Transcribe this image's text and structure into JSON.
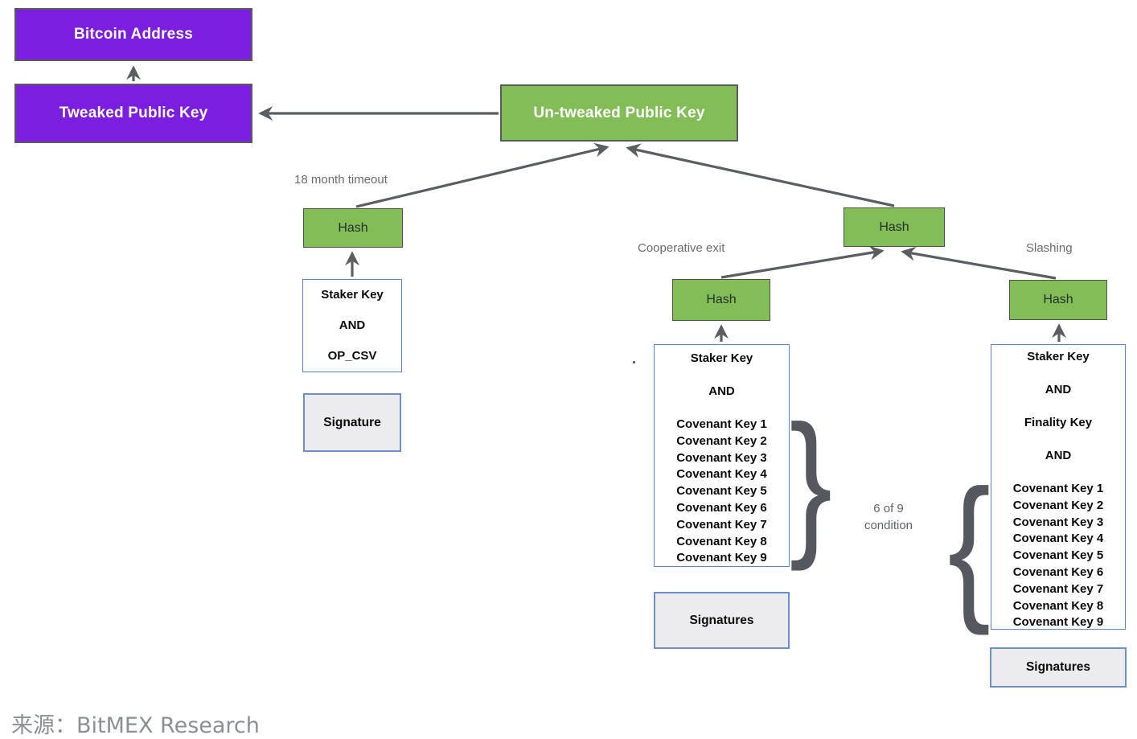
{
  "page": {
    "caption": "来源：BitMEX Research"
  },
  "diagram": {
    "colors": {
      "purple": "#7b1ee0",
      "green": "#82bd57",
      "arrow": "#5a5d61",
      "script_border": "#5b84c4",
      "witness_fill": "#ececee",
      "witness_border": "#6d8fc9"
    },
    "address": {
      "label": "Bitcoin Address"
    },
    "tweaked": {
      "label": "Tweaked Public Key"
    },
    "untweaked": {
      "label": "Un-tweaked Public Key"
    },
    "root_hash": {
      "label": "Hash"
    },
    "condition": {
      "line1": "6 of 9",
      "line2": "condition"
    },
    "stray_dot": ".",
    "braces": {
      "right": "}",
      "left": "{"
    },
    "timeout": {
      "annotation": "18 month timeout",
      "hash": "Hash",
      "script": [
        "Staker Key",
        "AND",
        "OP_CSV"
      ],
      "witness": "Signature"
    },
    "cooperative": {
      "annotation": "Cooperative exit",
      "hash": "Hash",
      "script_head": [
        "Staker Key",
        "AND"
      ],
      "covenant_keys": [
        "Covenant Key 1",
        "Covenant Key 2",
        "Covenant Key 3",
        "Covenant Key 4",
        "Covenant Key 5",
        "Covenant Key 6",
        "Covenant Key 7",
        "Covenant Key 8",
        "Covenant Key 9"
      ],
      "witness": "Signatures"
    },
    "slashing": {
      "annotation": "Slashing",
      "hash": "Hash",
      "script_head": [
        "Staker Key",
        "AND",
        "Finality Key",
        "AND"
      ],
      "covenant_keys": [
        "Covenant Key 1",
        "Covenant Key 2",
        "Covenant Key 3",
        "Covenant Key 4",
        "Covenant Key 5",
        "Covenant Key 6",
        "Covenant Key 7",
        "Covenant Key 8",
        "Covenant Key 9"
      ],
      "witness": "Signatures"
    }
  }
}
